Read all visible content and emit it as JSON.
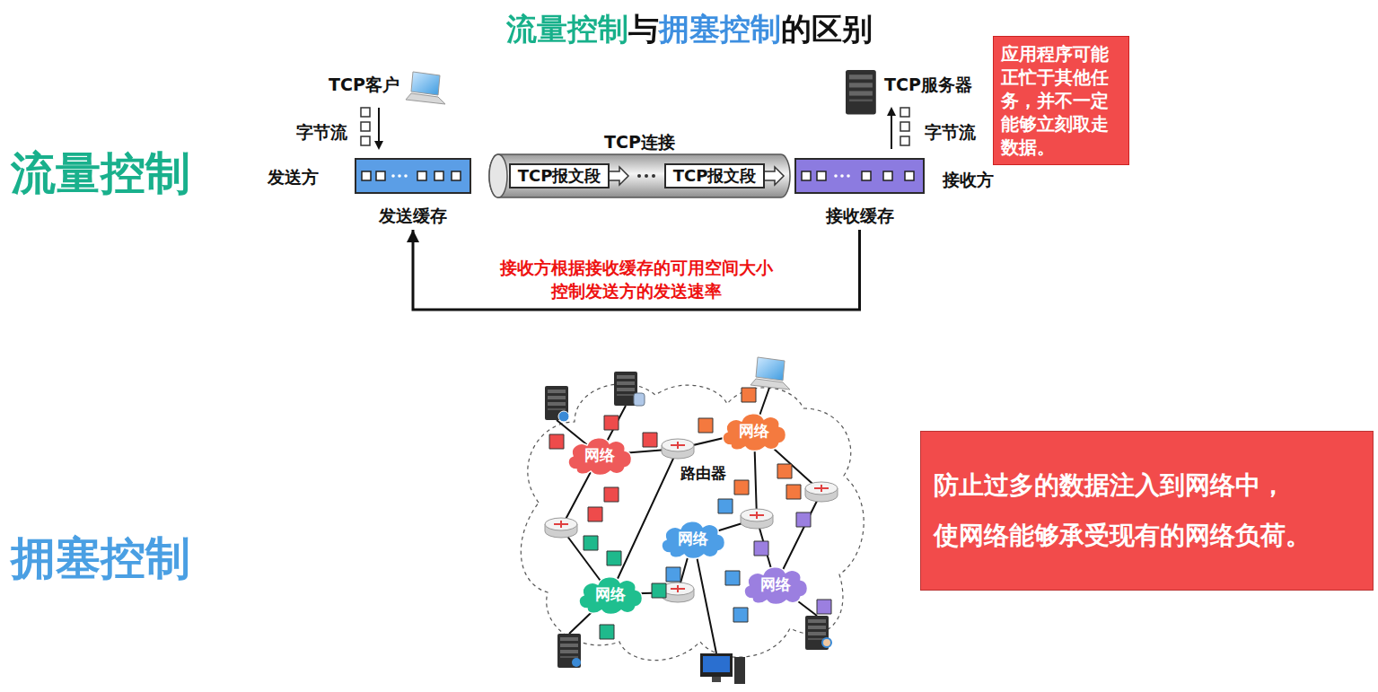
{
  "diagram": {
    "title": "流量控制与拥塞控制的区别",
    "nodes": [
      {
        "text": [
          "发送缓存"
        ]
      },
      {
        "text": [
          "TCP连接"
        ]
      },
      {
        "text": [
          "TCP报文段"
        ],
        "in": 1
      },
      {
        "text": [
          "TCP报文段"
        ],
        "in": 1
      },
      {
        "text": [
          "接收缓存"
        ]
      },
      {
        "text": [
          "应用程序可能 正忙于其他任 务，并不一定 能够立刻取走 数据。"
        ]
      },
      {
        "text": [
          "网络"
        ]
      },
      {
        "text": [
          "网络"
        ]
      },
      {
        "text": [
          "网络"
        ]
      },
      {
        "text": [
          "网络"
        ]
      },
      {
        "text": [
          "网络"
        ]
      },
      {
        "text": [
          "防止过多的数据注入到网络中， 使网络能够承受现有的网络负荷。"
        ]
      }
    ],
    "edges": [
      {
        "from": 4,
        "to": 0,
        "arrow": "to",
        "label": "接收方根据接收缓存的可用空间大小 控制发送方的发送速率"
      }
    ],
    "labels": [
      "流量控制",
      "TCP客户",
      "字节流",
      "发送方",
      "TCP服务器",
      "字节流",
      "接收方",
      "拥塞控制",
      "路由器"
    ]
  }
}
